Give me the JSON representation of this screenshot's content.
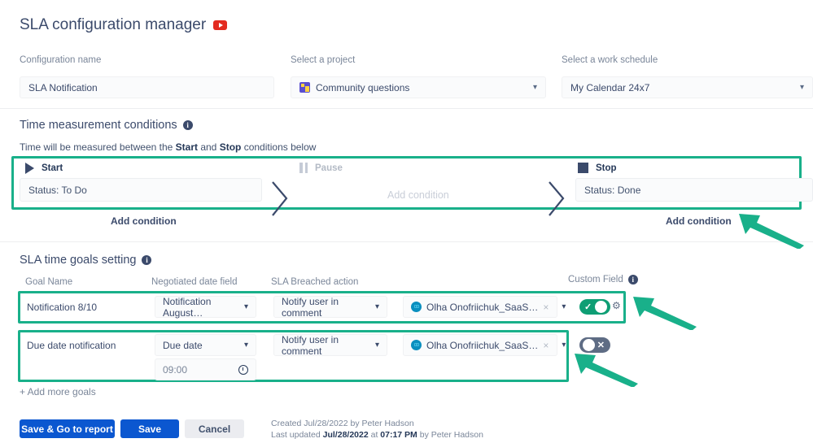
{
  "header": {
    "title": "SLA configuration manager",
    "video_icon": "youtube-play-icon"
  },
  "top_fields": {
    "config_name": {
      "label": "Configuration name",
      "value": "SLA Notification"
    },
    "project": {
      "label": "Select a project",
      "value": "Community questions",
      "icon": "jira-project-icon"
    },
    "work_schedule": {
      "label": "Select a work schedule",
      "value": "My Calendar 24x7"
    }
  },
  "time_conditions": {
    "section_title": "Time measurement conditions",
    "description_prefix": "Time will be measured between the ",
    "description_start": "Start",
    "description_middle": " and ",
    "description_stop": "Stop",
    "description_suffix": " conditions below",
    "start": {
      "label": "Start",
      "icon": "play-icon",
      "condition": "Status: To Do",
      "add_link": "Add condition"
    },
    "pause": {
      "label": "Pause",
      "icon": "pause-icon",
      "placeholder": "Add condition"
    },
    "stop": {
      "label": "Stop",
      "icon": "stop-icon",
      "condition": "Status: Done",
      "add_link": "Add condition"
    }
  },
  "goals": {
    "section_title": "SLA time goals setting",
    "columns": [
      "Goal Name",
      "Negotiated date field",
      "SLA Breached action",
      "Custom Field"
    ],
    "rows": [
      {
        "name": "Notification 8/10",
        "date_field": "Notification August…",
        "breached_action": "Notify user in comment",
        "user": "Olha Onofriichuk_SaaS…",
        "toggle": "on",
        "time": null
      },
      {
        "name": "Due date notification",
        "date_field": "Due date",
        "breached_action": "Notify user in comment",
        "user": "Olha Onofriichuk_SaaS…",
        "toggle": "off",
        "time": "09:00"
      }
    ],
    "add_more": "+ Add more goals"
  },
  "footer": {
    "save_report_label": "Save & Go to report",
    "save_label": "Save",
    "cancel_label": "Cancel",
    "created_line": "Created Jul/28/2022 by Peter Hadson",
    "updated_prefix": "Last updated ",
    "updated_date": "Jul/28/2022",
    "updated_at": " at ",
    "updated_time": "07:17 PM",
    "updated_by": " by Peter Hadson"
  },
  "colors": {
    "highlight": "#19b08a",
    "primary_button": "#0b57d0",
    "toggle_on": "#0e9e74",
    "toggle_off": "#5e6c84"
  }
}
